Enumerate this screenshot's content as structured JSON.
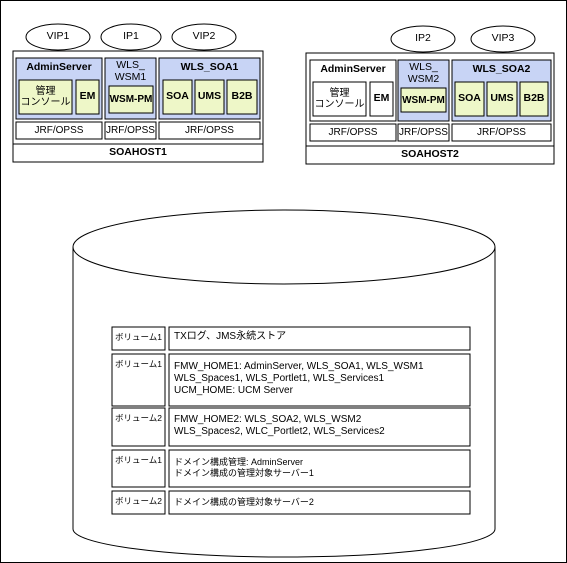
{
  "host1": {
    "name": "SOAHOST1",
    "vips": [
      "VIP1",
      "IP1",
      "VIP2"
    ],
    "admin": {
      "title": "AdminServer",
      "console": "管理\nコンソール",
      "em": "EM"
    },
    "wsm": {
      "title": "WLS_\nWSM1",
      "pm": "WSM-PM"
    },
    "soa": {
      "title": "WLS_SOA1",
      "items": [
        "SOA",
        "UMS",
        "B2B"
      ]
    },
    "jrf": [
      "JRF/OPSS",
      "JRF/OPSS",
      "JRF/OPSS"
    ]
  },
  "host2": {
    "name": "SOAHOST2",
    "vips": [
      "IP2",
      "VIP3"
    ],
    "admin": {
      "title": "AdminServer",
      "console": "管理\nコンソール",
      "em": "EM"
    },
    "wsm": {
      "title": "WLS_\nWSM2",
      "pm": "WSM-PM"
    },
    "soa": {
      "title": "WLS_SOA2",
      "items": [
        "SOA",
        "UMS",
        "B2B"
      ]
    },
    "jrf": [
      "JRF/OPSS",
      "JRF/OPSS",
      "JRF/OPSS"
    ]
  },
  "storage": {
    "rows": [
      {
        "volume": "ボリューム1",
        "desc": "TXログ、JMS永続ストア"
      },
      {
        "volume": "ボリューム1",
        "desc": "FMW_HOME1: AdminServer, WLS_SOA1, WLS_WSM1\nWLS_Spaces1, WLS_Portlet1, WLS_Services1\nUCM_HOME: UCM Server"
      },
      {
        "volume": "ボリューム2",
        "desc": "FMW_HOME2: WLS_SOA2, WLS_WSM2\nWLS_Spaces2, WLC_Portlet2, WLS_Services2"
      },
      {
        "volume": "ボリューム1",
        "desc": "ドメイン構成管理: AdminServer\nドメイン構成の管理対象サーバー1"
      },
      {
        "volume": "ボリューム2",
        "desc": "ドメイン構成の管理対象サーバー2"
      }
    ]
  },
  "colors": {
    "server_fill": "#c8d4f5",
    "component_fill": "#eef7c8",
    "line": "#000000"
  }
}
